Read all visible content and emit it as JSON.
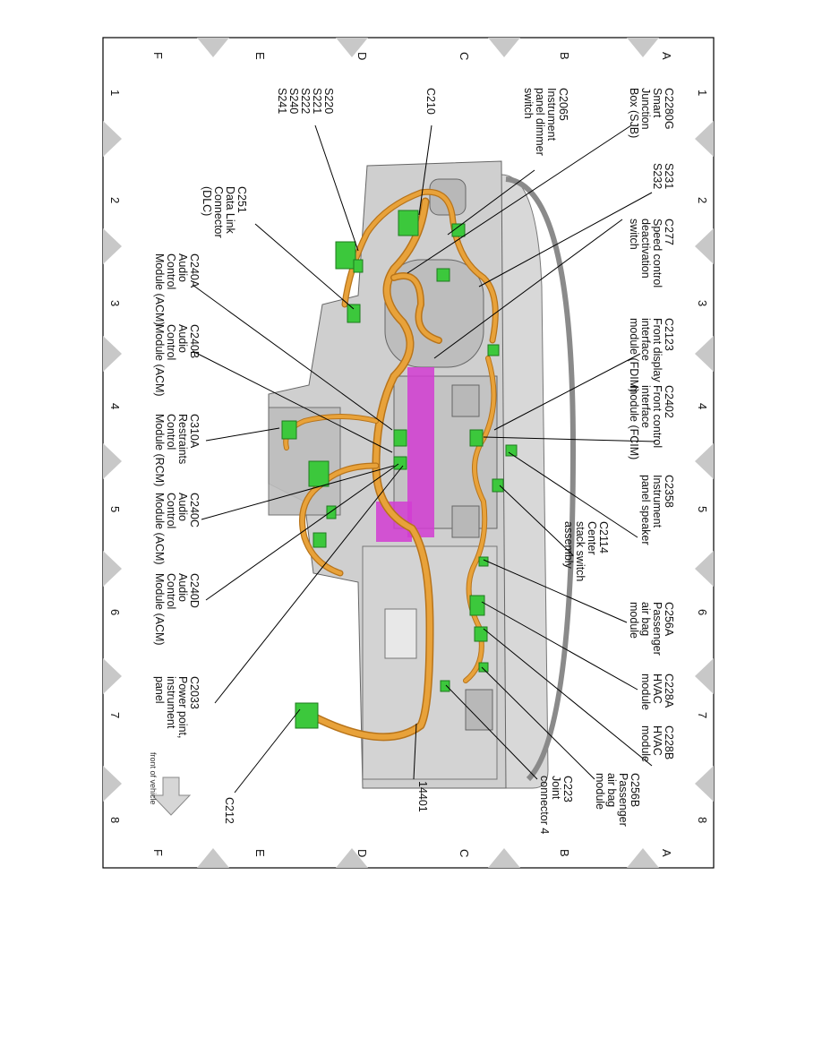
{
  "page": {
    "orientation": "rotated-90-clockwise"
  },
  "colors": {
    "harness": "#E8A23A",
    "harness_edge": "#B8741A",
    "connector": "#3CC83C",
    "highlight": "#D23CD2",
    "body": "#C9C9C9",
    "border_triangle": "#C8C8C8"
  },
  "grid": {
    "rows": [
      "A",
      "B",
      "C",
      "D",
      "E",
      "F"
    ],
    "cols": [
      "1",
      "2",
      "3",
      "4",
      "5",
      "6",
      "7",
      "8"
    ]
  },
  "direction_note": "front of vehicle",
  "labels": {
    "c2280g": [
      "C2280G",
      "Smart",
      "Junction",
      "Box (SJB)"
    ],
    "c2065": [
      "C2065",
      "Instrument",
      "panel dimmer",
      "switch"
    ],
    "c210": [
      "C210"
    ],
    "s220": [
      "S220",
      "S221",
      "S222",
      "S240",
      "S241"
    ],
    "s231": [
      "S231",
      "S232"
    ],
    "c251": [
      "C251",
      "Data Link",
      "Connector",
      "(DLC)"
    ],
    "c277": [
      "C277",
      "Speed control",
      "deactivation",
      "switch"
    ],
    "c240a": [
      "C240A",
      "Audio",
      "Control",
      "Module (ACM)"
    ],
    "c2123": [
      "C2123",
      "Front display",
      "interface",
      "module (FDIM)"
    ],
    "c240b": [
      "C240B",
      "Audio",
      "Control",
      "Module (ACM)"
    ],
    "c2402": [
      "C2402",
      "Front control",
      "interface",
      "module (FCIM)"
    ],
    "c310a": [
      "C310A",
      "Restraints",
      "Control",
      "Module (RCM)"
    ],
    "c2358": [
      "C2358",
      "Instrument",
      "panel speaker"
    ],
    "c240c": [
      "C240C",
      "Audio",
      "Control",
      "Module (ACM)"
    ],
    "c2114": [
      "C2114",
      "Center",
      "stack switch",
      "assembly"
    ],
    "c256a": [
      "C256A",
      "Passenger",
      "air bag",
      "module"
    ],
    "c240d": [
      "C240D",
      "Audio",
      "Control",
      "Module (ACM)"
    ],
    "c228a": [
      "C228A",
      "HVAC",
      "module"
    ],
    "c2033": [
      "C2033",
      "Power point,",
      "instrument",
      "panel"
    ],
    "c228b": [
      "C228B",
      "HVAC",
      "module"
    ],
    "c256b": [
      "C256B",
      "Passenger",
      "air bag",
      "module"
    ],
    "c223": [
      "C223",
      "Joint",
      "connector 4"
    ],
    "n14401": [
      "14401"
    ],
    "c212": [
      "C212"
    ]
  }
}
